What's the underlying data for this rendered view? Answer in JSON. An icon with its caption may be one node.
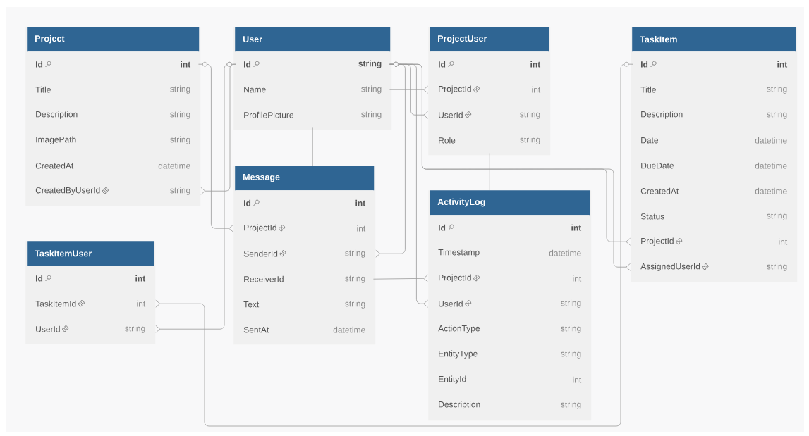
{
  "diagram": {
    "nodes": [
      {
        "text": [
          "Project"
        ]
      },
      {
        "text": [
          "Id",
          "int"
        ],
        "in": 0
      },
      {
        "text": [
          "Title",
          "string"
        ],
        "in": 0
      },
      {
        "text": [
          "Description",
          "string"
        ],
        "in": 0
      },
      {
        "text": [
          "ImagePath",
          "string"
        ],
        "in": 0
      },
      {
        "text": [
          "CreatedAt",
          "datetime"
        ],
        "in": 0
      },
      {
        "text": [
          "CreatedByUserId",
          "string"
        ],
        "in": 0
      },
      {
        "text": [
          "User"
        ]
      },
      {
        "text": [
          "Id",
          "string"
        ],
        "in": 7
      },
      {
        "text": [
          "Name",
          "string"
        ],
        "in": 7
      },
      {
        "text": [
          "ProfilePicture",
          "string"
        ],
        "in": 7
      },
      {
        "text": [
          "ProjectUser"
        ]
      },
      {
        "text": [
          "Id",
          "int"
        ],
        "in": 11
      },
      {
        "text": [
          "ProjectId",
          "int"
        ],
        "in": 11
      },
      {
        "text": [
          "UserId",
          "string"
        ],
        "in": 11
      },
      {
        "text": [
          "Role",
          "string"
        ],
        "in": 11
      },
      {
        "text": [
          "TaskItem"
        ]
      },
      {
        "text": [
          "Id",
          "int"
        ],
        "in": 16
      },
      {
        "text": [
          "Title",
          "string"
        ],
        "in": 16
      },
      {
        "text": [
          "Description",
          "string"
        ],
        "in": 16
      },
      {
        "text": [
          "Date",
          "datetime"
        ],
        "in": 16
      },
      {
        "text": [
          "DueDate",
          "datetime"
        ],
        "in": 16
      },
      {
        "text": [
          "CreatedAt",
          "datetime"
        ],
        "in": 16
      },
      {
        "text": [
          "Status",
          "string"
        ],
        "in": 16
      },
      {
        "text": [
          "ProjectId",
          "int"
        ],
        "in": 16
      },
      {
        "text": [
          "AssignedUserId",
          "string"
        ],
        "in": 16
      },
      {
        "text": [
          "TaskItemUser"
        ]
      },
      {
        "text": [
          "Id",
          "int"
        ],
        "in": 26
      },
      {
        "text": [
          "TaskItemId",
          "int"
        ],
        "in": 26
      },
      {
        "text": [
          "UserId",
          "string"
        ],
        "in": 26
      },
      {
        "text": [
          "Message"
        ]
      },
      {
        "text": [
          "Id",
          "int"
        ],
        "in": 30
      },
      {
        "text": [
          "ProjectId",
          "int"
        ],
        "in": 30
      },
      {
        "text": [
          "SenderId",
          "string"
        ],
        "in": 30
      },
      {
        "text": [
          "ReceiverId",
          "string"
        ],
        "in": 30
      },
      {
        "text": [
          "Text",
          "string"
        ],
        "in": 30
      },
      {
        "text": [
          "SentAt",
          "datetime"
        ],
        "in": 30
      },
      {
        "text": [
          "ActivityLog"
        ]
      },
      {
        "text": [
          "Id",
          "int"
        ],
        "in": 37
      },
      {
        "text": [
          "Timestamp",
          "datetime"
        ],
        "in": 37
      },
      {
        "text": [
          "ProjectId",
          "int"
        ],
        "in": 37
      },
      {
        "text": [
          "UserId",
          "string"
        ],
        "in": 37
      },
      {
        "text": [
          "ActionType",
          "string"
        ],
        "in": 37
      },
      {
        "text": [
          "EntityType",
          "string"
        ],
        "in": 37
      },
      {
        "text": [
          "EntityId",
          "int"
        ],
        "in": 37
      },
      {
        "text": [
          "Description",
          "string"
        ],
        "in": 37
      }
    ],
    "edges": [
      {
        "from": 1,
        "to": 32,
        "arrow": "other"
      },
      {
        "from": 8,
        "to": 6,
        "arrow": "other"
      },
      {
        "from": 8,
        "to": 14,
        "arrow": "other"
      },
      {
        "from": 8,
        "to": 33,
        "arrow": "other"
      },
      {
        "from": 8,
        "to": 41,
        "arrow": "other"
      },
      {
        "from": 8,
        "to": 24,
        "arrow": "other"
      },
      {
        "from": 8,
        "to": 25,
        "arrow": "other"
      },
      {
        "from": 17,
        "to": 28,
        "arrow": "other"
      },
      {
        "from": 8,
        "to": 29,
        "arrow": "other"
      },
      {
        "from": 9,
        "to": 13,
        "arrow": "other"
      },
      {
        "from": 34,
        "to": 40,
        "arrow": "other"
      },
      {
        "from": 10,
        "to": 30,
        "arrow": "none"
      },
      {
        "from": 15,
        "to": 37,
        "arrow": "none"
      }
    ]
  }
}
